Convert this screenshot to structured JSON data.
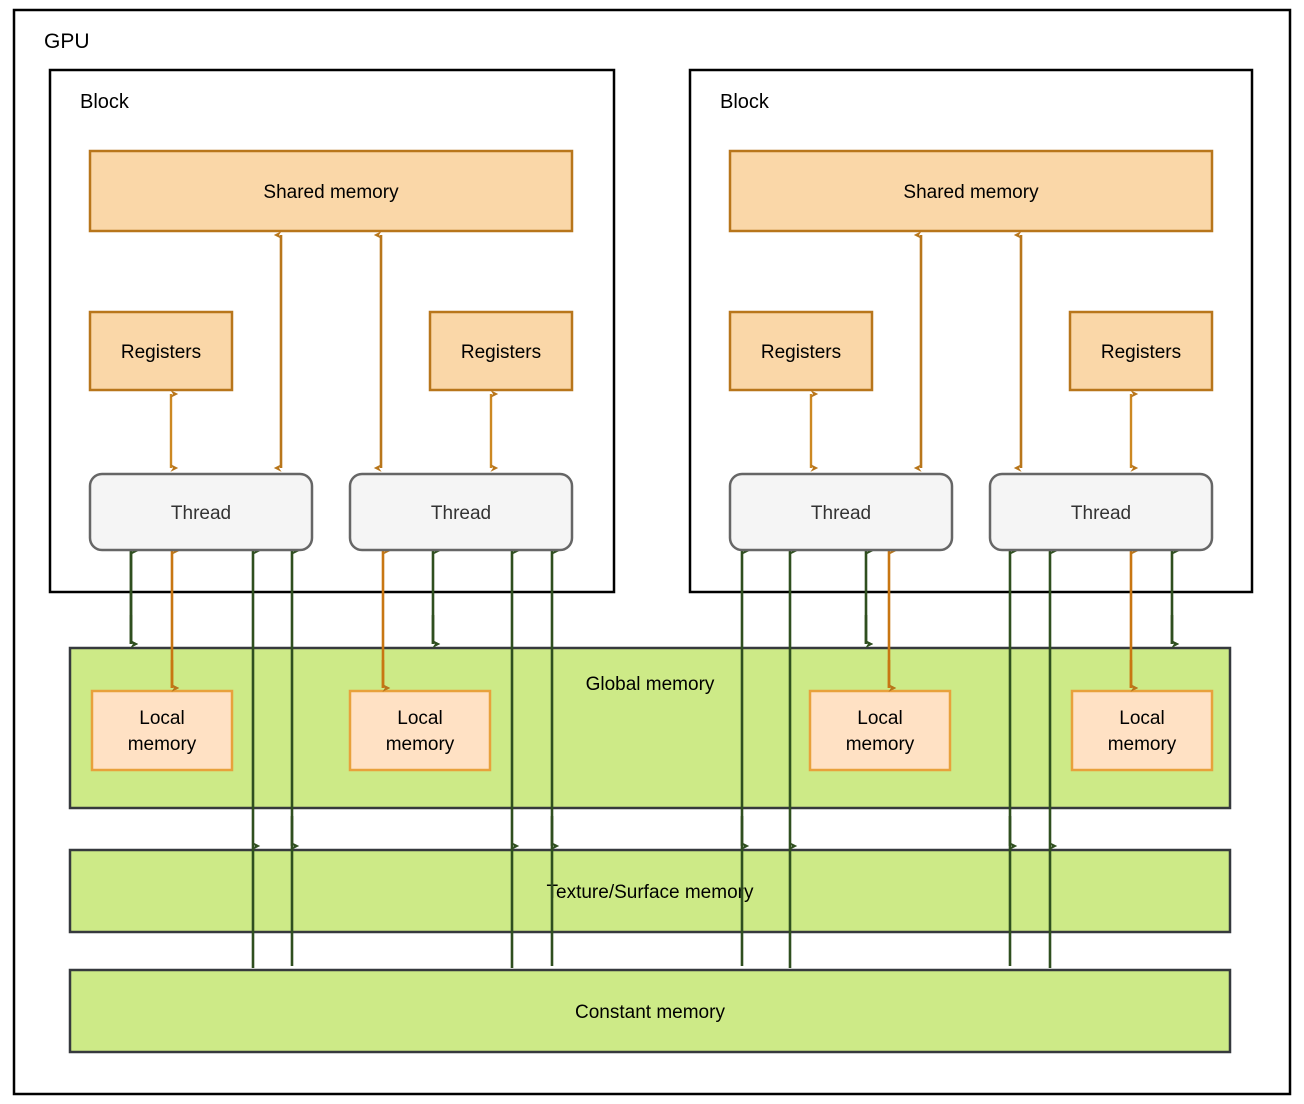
{
  "diagram": {
    "title": "GPU",
    "type": "gpu-memory-hierarchy",
    "colors": {
      "outer_border": "#000000",
      "block_border": "#000000",
      "shared_memory_fill": "#fad7a8",
      "shared_memory_border": "#b8761b",
      "registers_fill": "#fad7a8",
      "registers_border": "#b8761b",
      "local_memory_fill": "#ffe1c4",
      "local_memory_border": "#e8a13c",
      "thread_fill": "#f5f5f5",
      "thread_border": "#666666",
      "global_band_fill": "#cdea87",
      "global_band_border": "#36393d",
      "arrow_orange": "#b8761b",
      "arrow_dark_orange": "#c87612",
      "arrow_green": "#2f4f1f",
      "text": "#000000"
    }
  },
  "gpu": {
    "label": "GPU"
  },
  "blocks": [
    {
      "label": "Block",
      "shared_memory": {
        "label": "Shared memory"
      },
      "threads": [
        {
          "registers_label": "Registers",
          "thread_label": "Thread",
          "local_memory_label": "Local\nmemory"
        },
        {
          "registers_label": "Registers",
          "thread_label": "Thread",
          "local_memory_label": "Local\nmemory"
        }
      ]
    },
    {
      "label": "Block",
      "shared_memory": {
        "label": "Shared memory"
      },
      "threads": [
        {
          "registers_label": "Registers",
          "thread_label": "Thread",
          "local_memory_label": "Local\nmemory"
        },
        {
          "registers_label": "Registers",
          "thread_label": "Thread",
          "local_memory_label": "Local\nmemory"
        }
      ]
    }
  ],
  "labels": {
    "block_0": "Block",
    "block_1": "Block",
    "shared_memory_0": "Shared memory",
    "shared_memory_1": "Shared memory",
    "registers_0": "Registers",
    "registers_1": "Registers",
    "registers_2": "Registers",
    "registers_3": "Registers",
    "thread_0": "Thread",
    "thread_1": "Thread",
    "thread_2": "Thread",
    "thread_3": "Thread",
    "local_memory_0_l1": "Local",
    "local_memory_0_l2": "memory",
    "local_memory_1_l1": "Local",
    "local_memory_1_l2": "memory",
    "local_memory_2_l1": "Local",
    "local_memory_2_l2": "memory",
    "local_memory_3_l1": "Local",
    "local_memory_3_l2": "memory",
    "global_memory": "Global memory",
    "texture_surface_memory": "Texture/Surface memory",
    "constant_memory": "Constant memory"
  }
}
